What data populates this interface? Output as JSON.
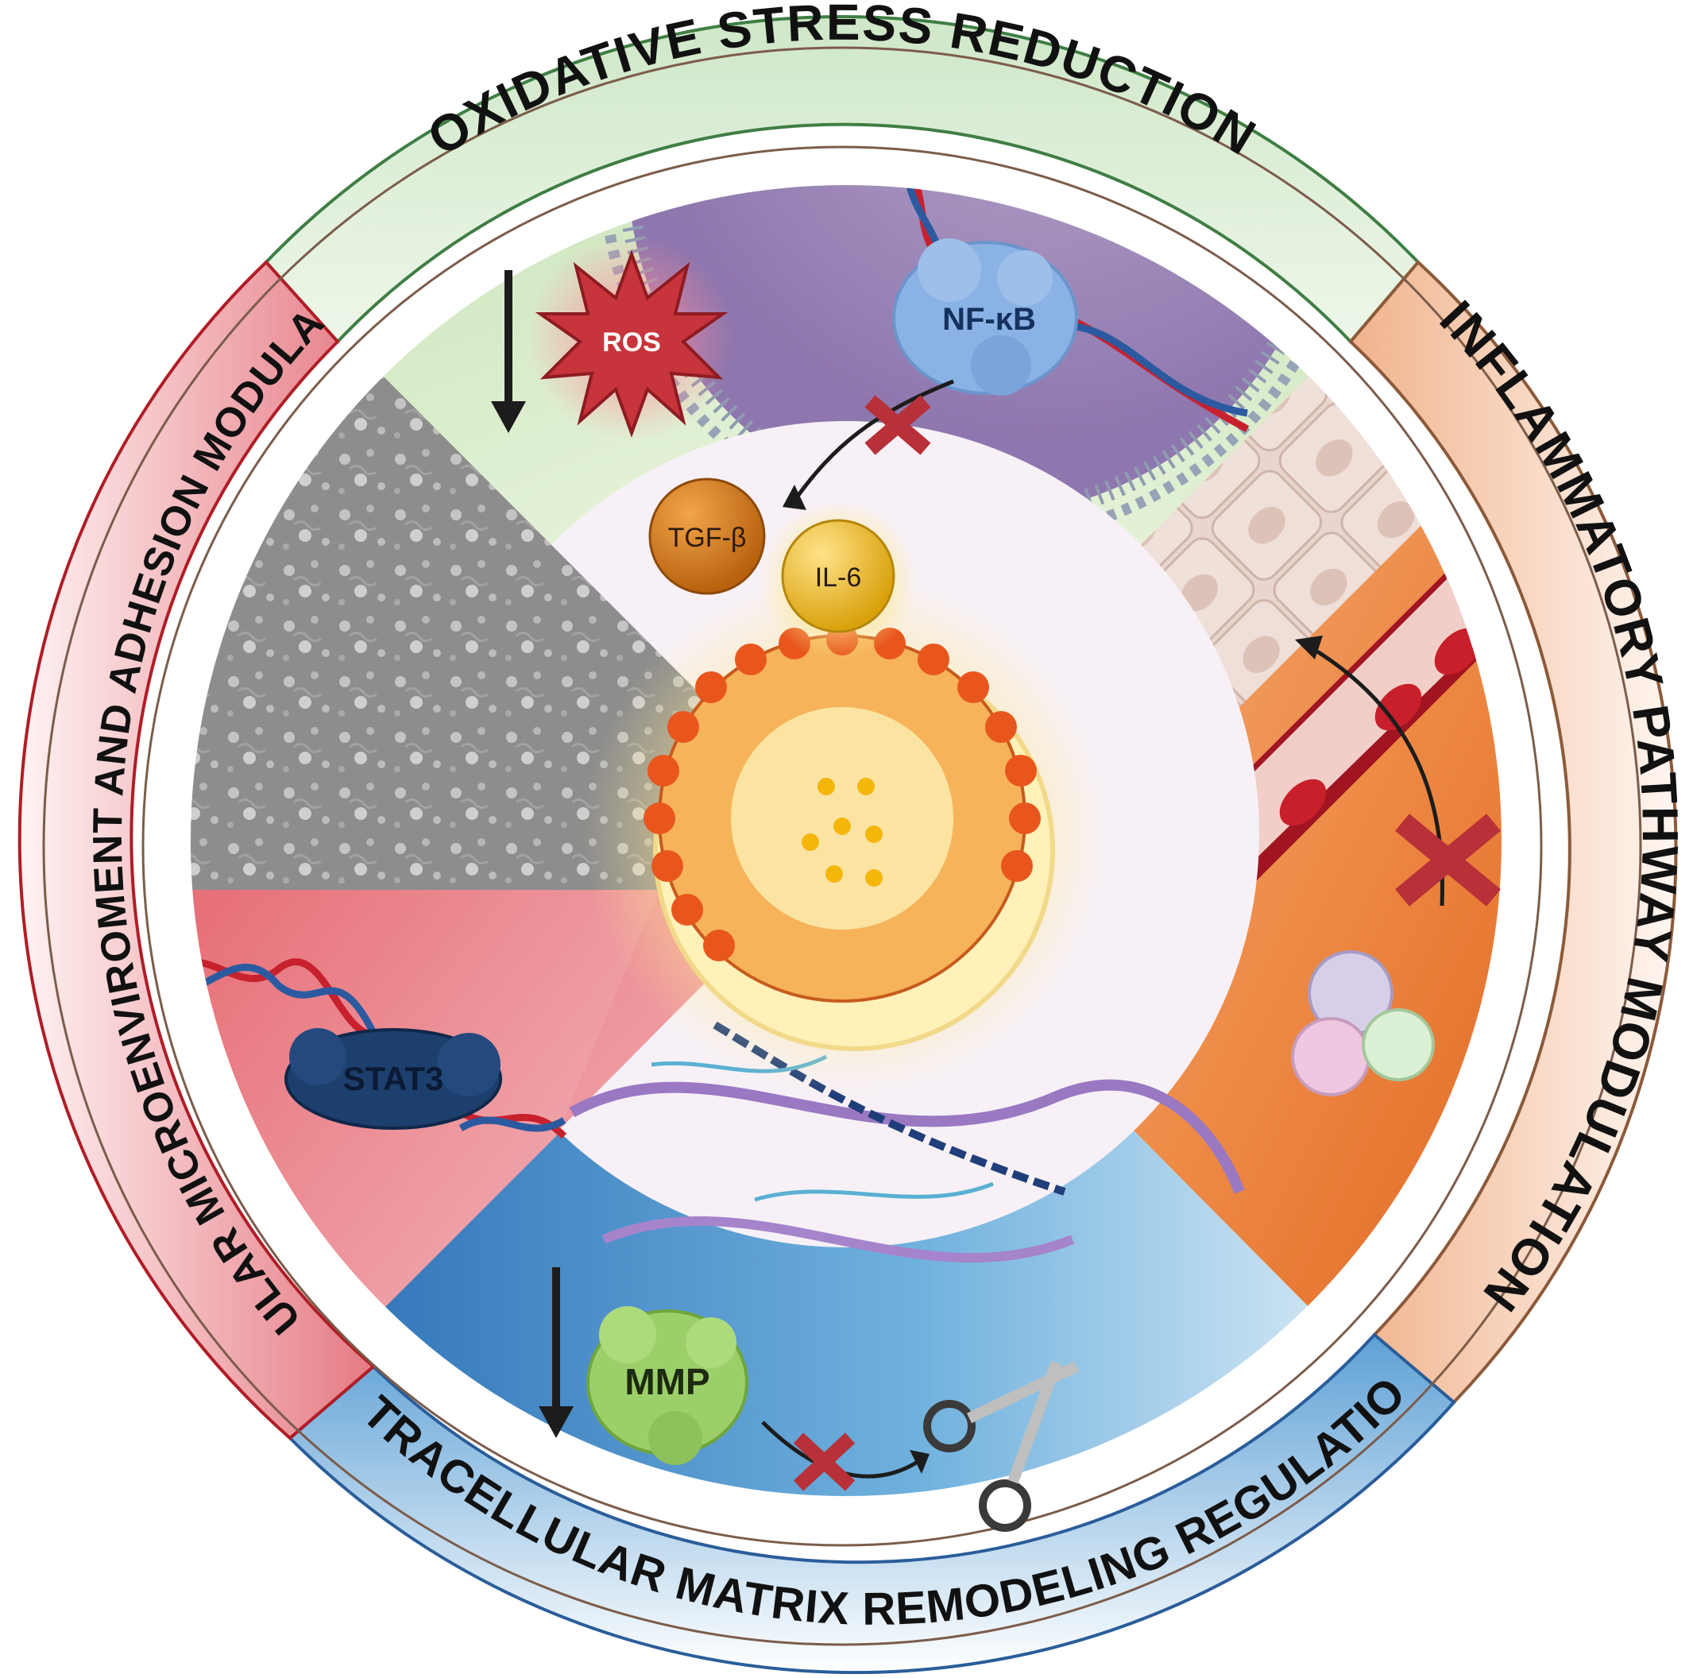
{
  "sections": {
    "top": "OXIDATIVE STRESS REDUCTION",
    "right": "INFLAMMATORY PATHWAY MODULATION",
    "bottom": "EXTRACELLULAR MATRIX REMODELING REGULATION",
    "left": "CELLULAR MICROENVIROMENT AND ADHESION MODULATION"
  },
  "labels": {
    "ros": "ROS",
    "nfkb": "NF-κB",
    "tgfb": "TGF-β",
    "il6": "IL-6",
    "stat3": "STAT3",
    "mmp": "MMP"
  },
  "colors": {
    "top": "#3f7e44",
    "right": "#8c5a3a",
    "bottom": "#2a5d9a",
    "left": "#b01d26"
  }
}
